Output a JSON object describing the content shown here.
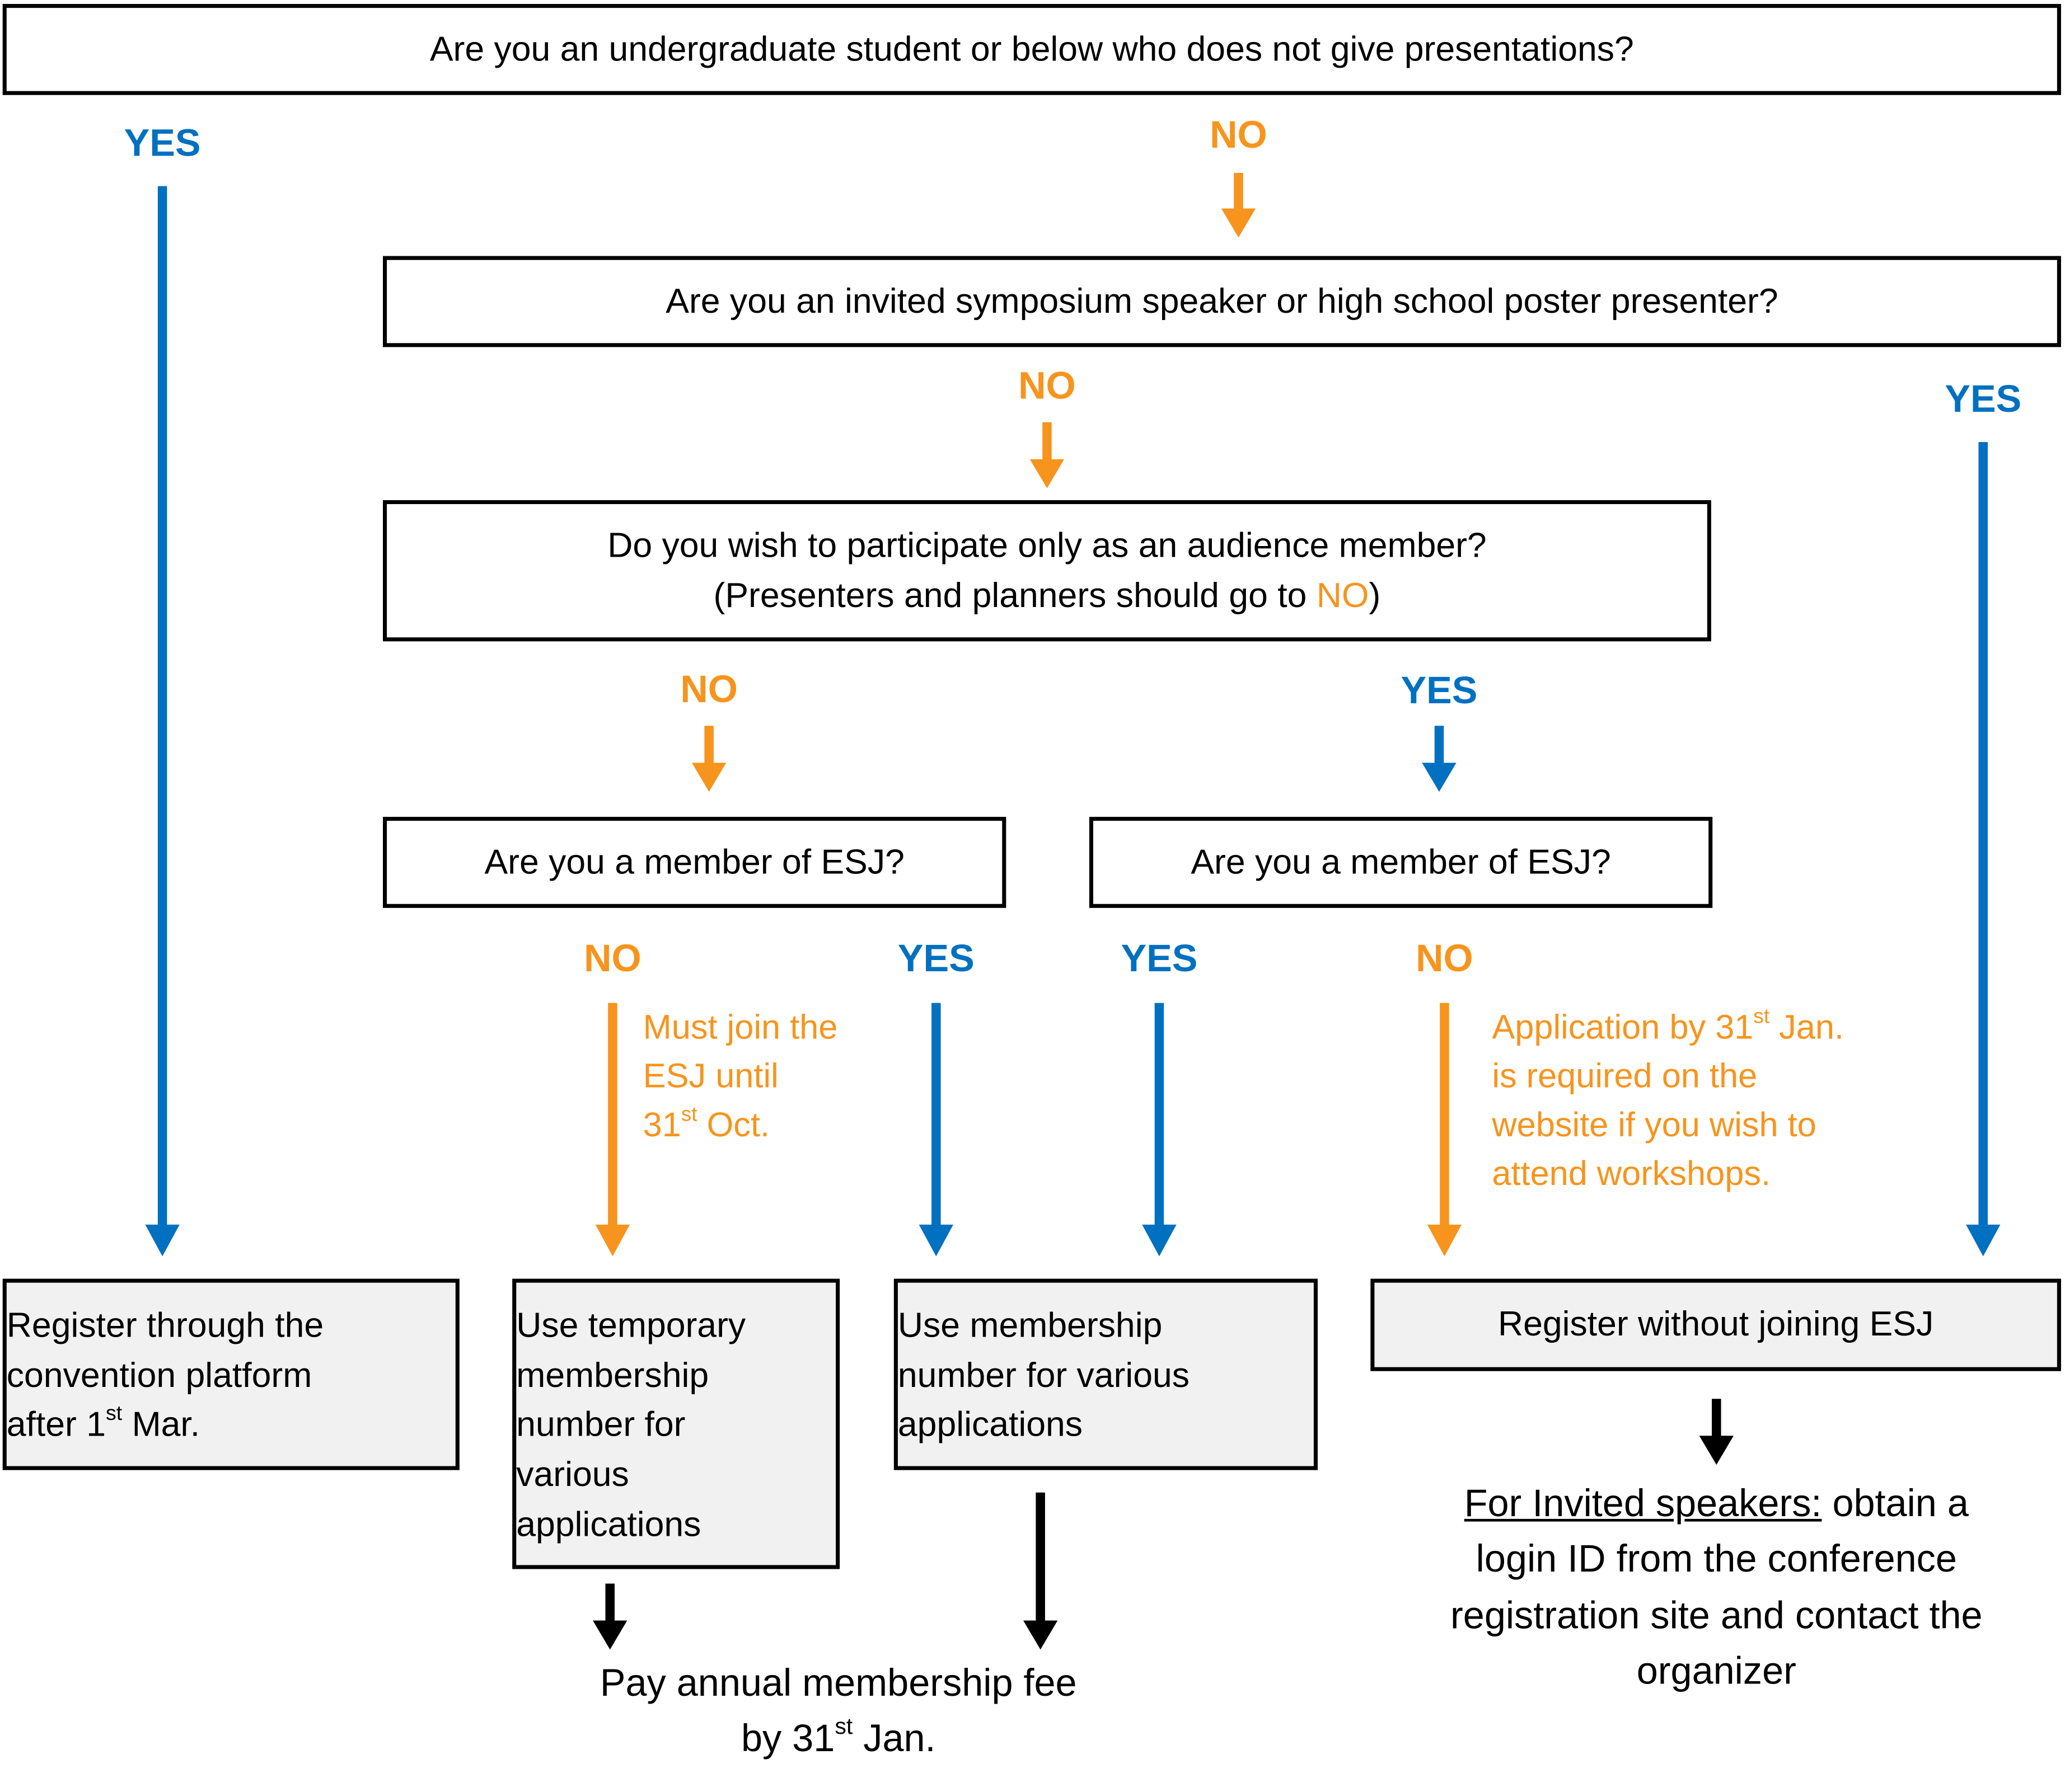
{
  "colors": {
    "yes": "#0070c0",
    "no": "#f7941d",
    "box_fill": "#ffffff",
    "result_fill": "#f1f1f1",
    "black": "#000000"
  },
  "q1": "Are you an undergraduate student or below who does not give presentations?",
  "q2": "Are you an invited symposium speaker or high school poster presenter?",
  "q3": {
    "line1": "Do you wish to participate only as an audience member?",
    "line2_pre": "(Presenters and planners should go to ",
    "line2_no": "NO",
    "line2_post": ")"
  },
  "q4_left": "Are you a member of ESJ?",
  "q4_right": "Are you a member of ESJ?",
  "labels": {
    "yes": "YES",
    "no": "NO"
  },
  "notes": {
    "join": {
      "l1": "Must join the",
      "l2": "ESJ until",
      "l3_pre": "31",
      "l3_sup": "st",
      "l3_post": " Oct."
    },
    "application": {
      "l1_pre": "Application by 31",
      "l1_sup": "st",
      "l1_post": " Jan.",
      "l2": "is required on the",
      "l3": "website if you wish to",
      "l4": "attend workshops."
    }
  },
  "results": {
    "convention": {
      "l1": "Register through the",
      "l2": "convention platform",
      "l3_pre": "after 1",
      "l3_sup": "st",
      "l3_post": " Mar."
    },
    "temporary": {
      "l1": "Use temporary",
      "l2": "membership",
      "l3": "number for",
      "l4": "various",
      "l5": "applications"
    },
    "membership": {
      "l1": "Use membership",
      "l2": "number for various",
      "l3": "applications"
    },
    "without": "Register without joining ESJ"
  },
  "finals": {
    "fee": {
      "l1": "Pay annual membership fee",
      "l2_pre": "by 31",
      "l2_sup": "st",
      "l2_post": " Jan."
    },
    "invited": {
      "underlined": "For Invited speakers:",
      "l1_rest": " obtain a",
      "l2": "login ID from the conference",
      "l3": "registration site and contact the",
      "l4": "organizer"
    }
  }
}
